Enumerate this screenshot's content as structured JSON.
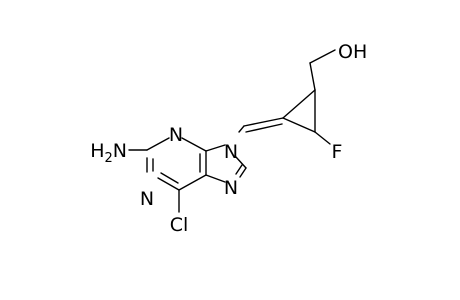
{
  "molecule": {
    "atoms": {
      "amine": "H2N",
      "n1": "N",
      "n3": "N",
      "n7": "N",
      "n9": "N",
      "chloro": "Cl",
      "fluoro": "F",
      "hydroxyl": "OH"
    },
    "colors": {
      "bond": "#000000",
      "label": "#000000",
      "background": "#ffffff"
    }
  }
}
